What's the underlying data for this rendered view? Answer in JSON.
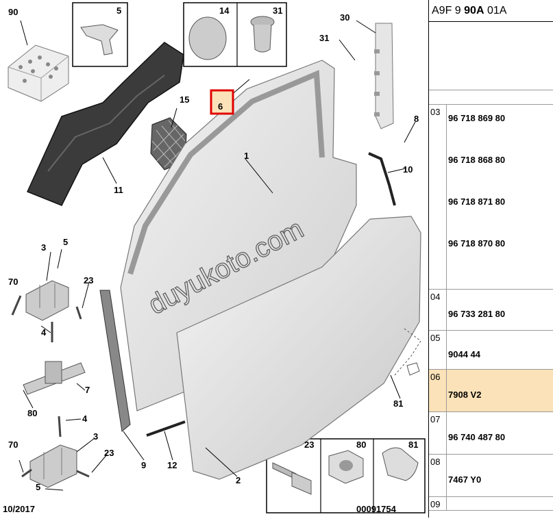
{
  "diagram": {
    "callouts": {
      "c90": "90",
      "c5a": "5",
      "c14": "14",
      "c31a": "31",
      "c30": "30",
      "c31b": "31",
      "c6": "6",
      "c15": "15",
      "c11": "11",
      "c1": "1",
      "c8": "8",
      "c10": "10",
      "c3a": "3",
      "c5b": "5",
      "c70a": "70",
      "c23a": "23",
      "c4a": "4",
      "c7": "7",
      "c80a": "80",
      "c4b": "4",
      "c3b": "3",
      "c70b": "70",
      "c23b": "23",
      "c5c": "5",
      "c9": "9",
      "c12": "12",
      "c2": "2",
      "c81a": "81",
      "c23c": "23",
      "c80b": "80",
      "c81b": "81"
    },
    "watermark": "duyukoto.com",
    "date": "10/2017",
    "doc_number": "00091754",
    "highlighted_callout": "6"
  },
  "panel": {
    "header_prefix": "A9F 9 ",
    "header_bold": "90A",
    "header_suffix": " 01A",
    "rows": [
      {
        "index": "03",
        "parts": [
          "96 718 869 80",
          "96 718 868 80",
          "96 718 871 80",
          "96 718 870 80"
        ]
      },
      {
        "index": "04",
        "parts": [
          "96 733 281 80"
        ]
      },
      {
        "index": "05",
        "parts": [
          "9044 44"
        ]
      },
      {
        "index": "06",
        "parts": [
          "7908 V2"
        ]
      },
      {
        "index": "07",
        "parts": [
          "96 740 487 80"
        ]
      },
      {
        "index": "08",
        "parts": [
          "7467 Y0"
        ]
      },
      {
        "index": "09",
        "parts": []
      }
    ]
  },
  "colors": {
    "highlight_row": "#fbe2b8",
    "highlight_box": "#e00000",
    "callout_fill": "#fbe2b8"
  }
}
